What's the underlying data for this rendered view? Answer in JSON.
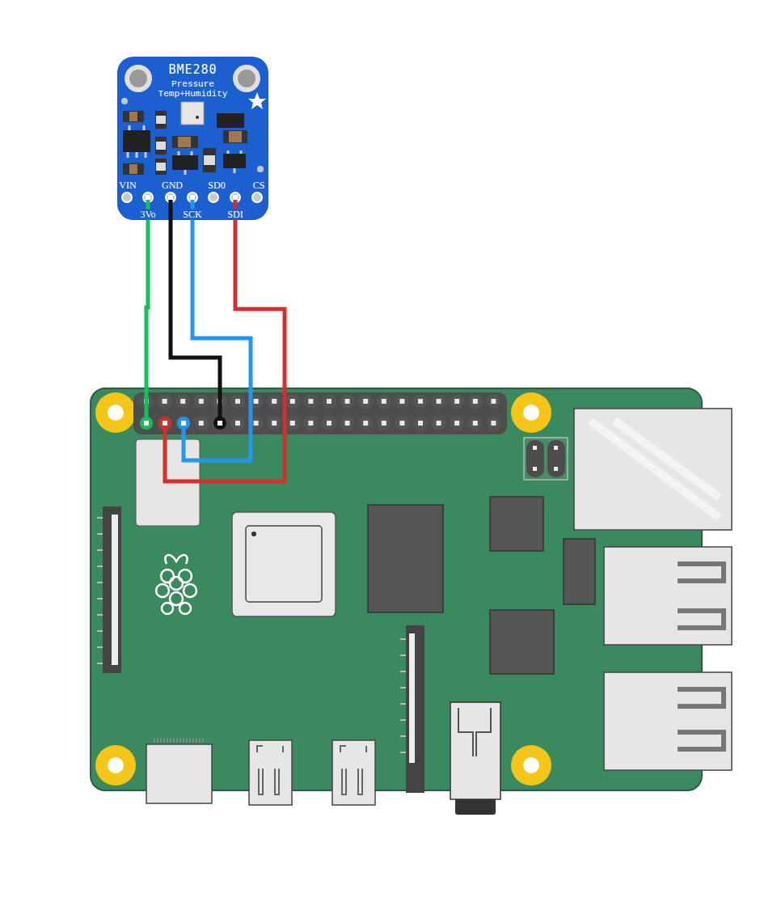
{
  "diagram": {
    "nodes": [
      {
        "text": [
          "BME280",
          "Pressure Temp+Humidity"
        ]
      }
    ],
    "labels": [
      "VIN",
      "GND",
      "SD0",
      "CS",
      "3Vo",
      "SCK",
      "SDI"
    ]
  }
}
